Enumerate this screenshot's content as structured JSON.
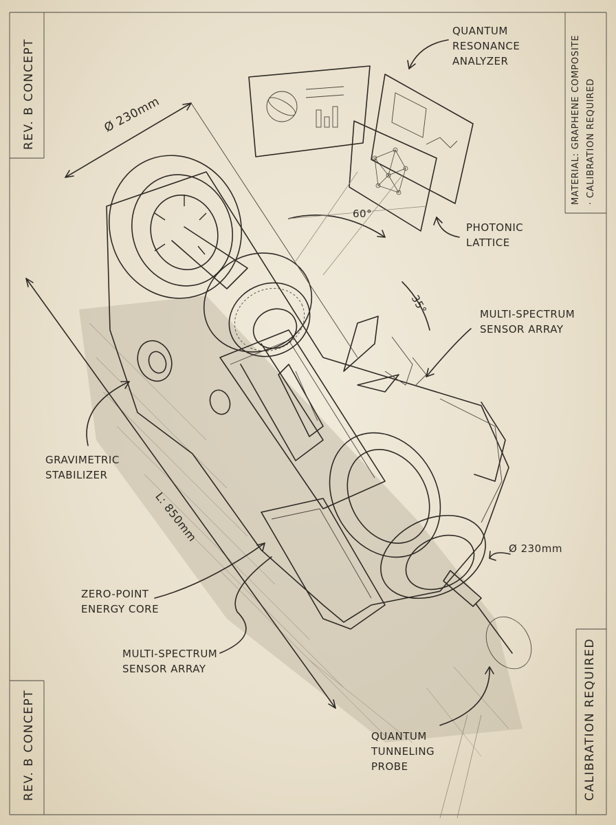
{
  "margin_notes": {
    "top_left": "REV. B CONCEPT",
    "bottom_left": "REV. B CONCEPT",
    "top_right_line1": "MATERIAL: GRAPHENE COMPOSITE",
    "top_right_line2": "· CALIBRATION REQUIRED",
    "bottom_right": "CALIBRATION REQUIRED"
  },
  "dimensions": {
    "top_diameter": "Ø 230mm",
    "length": "L: 850mm",
    "front_diameter": "Ø 230mm",
    "angle_upper": "60°",
    "angle_lower": "35°"
  },
  "callouts": {
    "quantum_resonance_analyzer": [
      "QUANTUM",
      "RESONANCE",
      "ANALYZER"
    ],
    "photonic_lattice": [
      "PHOTONIC",
      "LATTICE"
    ],
    "sensor_array_upper": [
      "MULTI-SPECTRUM",
      "SENSOR ARRAY"
    ],
    "gravimetric_stabilizer": [
      "GRAVIMETRIC",
      "STABILIZER"
    ],
    "zero_point_energy_core": [
      "ZERO-POINT",
      "ENERGY CORE"
    ],
    "sensor_array_lower": [
      "MULTI-SPECTRUM",
      "SENSOR ARRAY"
    ],
    "quantum_tunneling_probe": [
      "QUANTUM",
      "TUNNELING",
      "PROBE"
    ]
  },
  "colors": {
    "paper": "#ebe3d0",
    "ink": "#2e2a25",
    "shadow": "#b9ae98"
  }
}
